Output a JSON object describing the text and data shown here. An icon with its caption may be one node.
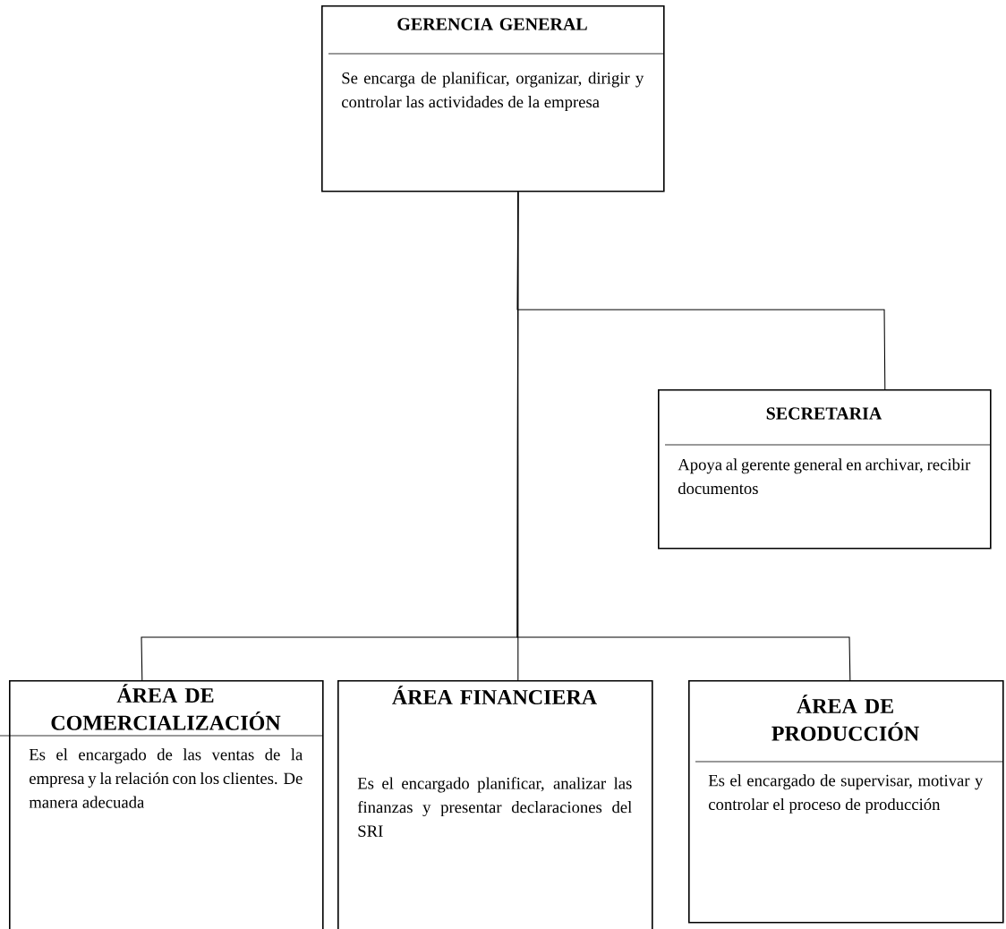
{
  "diagram": {
    "nodes": [
      {
        "text": [
          "GERENCIA GENERAL",
          "Se encarga de planificar, organizar, dirigir y controlar las actividades de la empresa"
        ]
      },
      {
        "text": [
          "SECRETARIA",
          "Apoya al gerente general en archivar, recibir documentos"
        ]
      },
      {
        "text": [
          "ÁREA DE COMERCIALIZACIÓN",
          "Es el encargado de las ventas de la empresa y la relación con los clientes. De manera adecuada"
        ]
      },
      {
        "text": [
          "ÁREA FINANCIERA",
          "Es el encargado planificar, analizar las finanzas y presentar declaraciones del SRI"
        ]
      },
      {
        "text": [
          "ÁREA DE PRODUCCIÓN",
          "Es el encargado de supervisar, motivar y controlar el proceso de producción"
        ]
      }
    ],
    "edges": [
      {
        "from": 0,
        "to": 1,
        "arrow": "none"
      },
      {
        "from": 0,
        "to": 2,
        "arrow": "none"
      },
      {
        "from": 0,
        "to": 3,
        "arrow": "none"
      },
      {
        "from": 0,
        "to": 4,
        "arrow": "none"
      }
    ]
  }
}
